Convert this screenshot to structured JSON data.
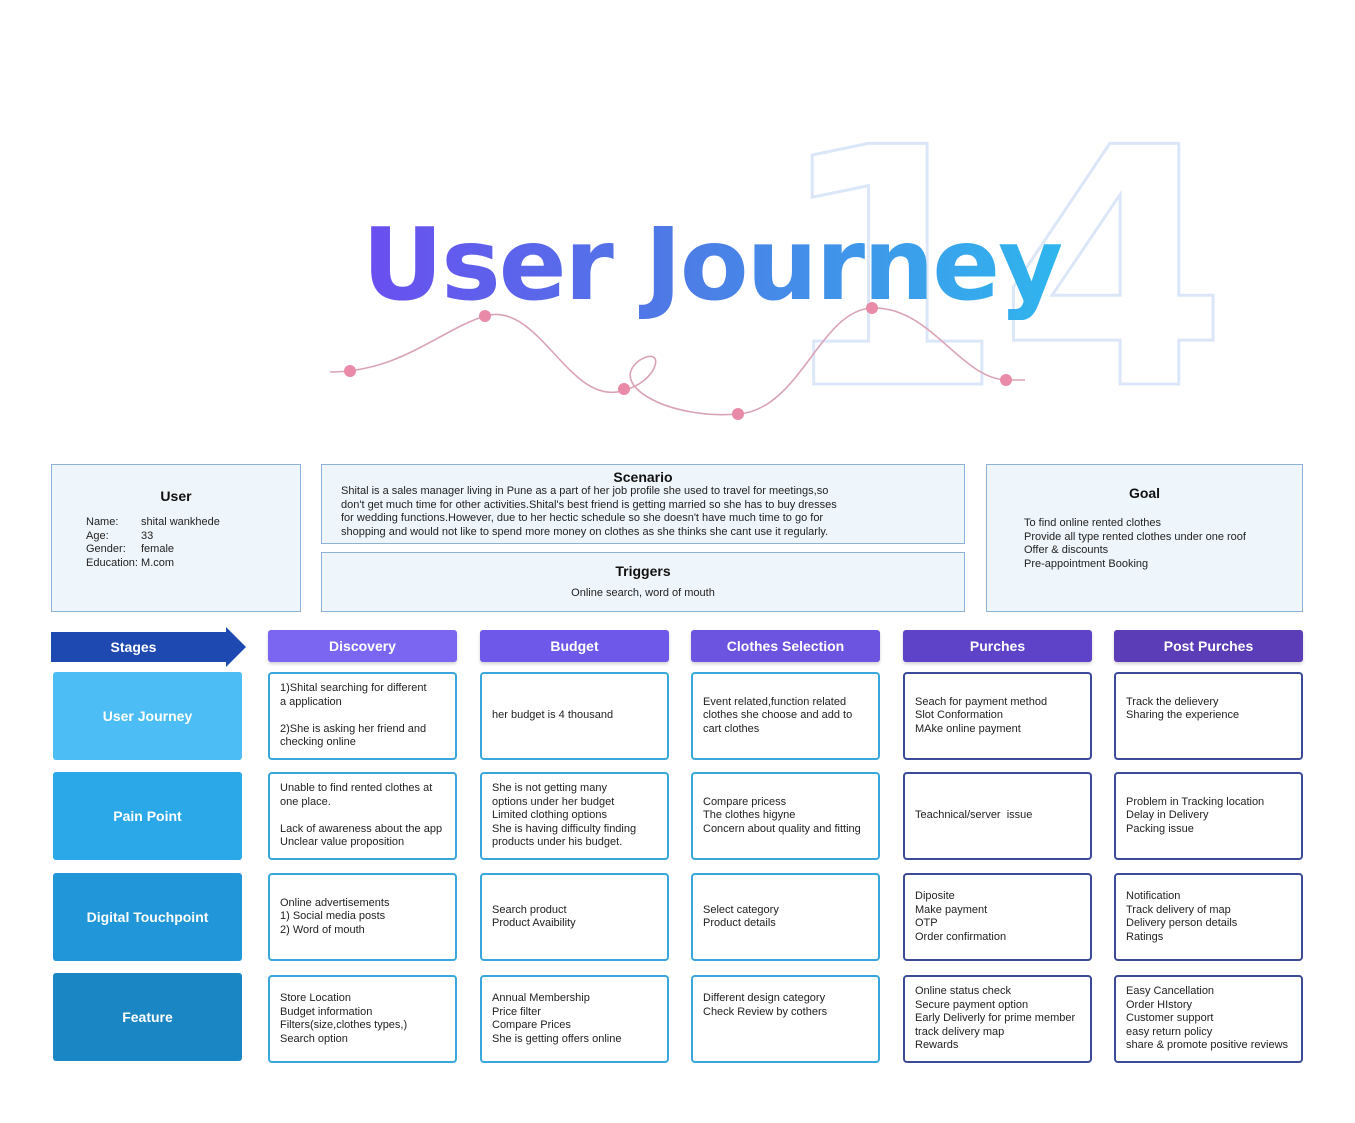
{
  "hero": {
    "title": "User Journey",
    "number": "14"
  },
  "user": {
    "heading": "User",
    "fields": [
      {
        "key": "Name:",
        "value": "shital wankhede"
      },
      {
        "key": "Age:",
        "value": "33"
      },
      {
        "key": "Gender:",
        "value": "female"
      },
      {
        "key": "Education:",
        "value": "M.com"
      }
    ]
  },
  "scenario": {
    "heading": "Scenario",
    "lines": [
      "Shital is a sales manager living in Pune as a part of her job profile she used to travel for meetings,so",
      "don't get much time for other activities.Shital's best friend is getting married so she has to buy dresses",
      "for wedding functions.However, due to her hectic schedule so she doesn't have much time to go for",
      "shopping and would not like to spend more money on clothes as she thinks she cant use it regularly."
    ]
  },
  "triggers": {
    "heading": "Triggers",
    "text": "Online search, word of mouth"
  },
  "goal": {
    "heading": "Goal",
    "lines": [
      "To find online rented clothes",
      "Provide all type rented clothes under one roof",
      "Offer & discounts",
      "Pre-appointment Booking"
    ]
  },
  "stages_label": "Stages",
  "stages": [
    "Discovery",
    "Budget",
    "Clothes Selection",
    "Purches",
    "Post Purches"
  ],
  "rows": [
    {
      "label": "User Journey",
      "cells": [
        [
          "1)Shital searching for different",
          "a application",
          "",
          "2)She is asking her friend and",
          "checking online"
        ],
        [
          "her budget is 4 thousand"
        ],
        [
          "Event related,function related",
          "clothes she choose and add to",
          "cart clothes"
        ],
        [
          "Seach for payment method",
          "Slot Conformation",
          "MAke online payment"
        ],
        [
          "Track the delievery",
          "Sharing the experience",
          ""
        ]
      ]
    },
    {
      "label": "Pain Point",
      "cells": [
        [
          "Unable to find rented clothes at",
          "one place.",
          "",
          "Lack of awareness about the app",
          "Unclear value proposition"
        ],
        [
          "She is not getting many",
          "options under her budget",
          "Limited clothing options",
          "She is having difficulty finding",
          "products under his budget."
        ],
        [
          "Compare pricess",
          "The clothes higyne",
          "Concern about quality and fitting"
        ],
        [
          "Teachnical/server  issue"
        ],
        [
          "Problem in Tracking location",
          "Delay in Delivery",
          "Packing issue"
        ]
      ]
    },
    {
      "label": "Digital Touchpoint",
      "cells": [
        [
          "Online advertisements",
          "1) Social media posts",
          "2) Word of mouth"
        ],
        [
          "Search product",
          "Product Avaibility"
        ],
        [
          "Select category",
          "Product details"
        ],
        [
          "Diposite",
          "Make payment",
          "OTP",
          "Order confirmation"
        ],
        [
          "Notification",
          "Track delivery of map",
          "Delivery person details",
          "Ratings"
        ]
      ]
    },
    {
      "label": "Feature",
      "cells": [
        [
          "Store Location",
          "Budget information",
          "Filters(size,clothes types,)",
          "Search option"
        ],
        [
          "Annual Membership",
          "Price filter",
          "Compare Prices",
          "She is getting offers online"
        ],
        [
          "Different design category",
          "Check Review by cothers",
          "",
          ""
        ],
        [
          "Online status check",
          "Secure payment option",
          "Early Deliverly for prime member",
          "track delivery map",
          "Rewards"
        ],
        [
          "Easy Cancellation",
          "Order HIstory",
          "Customer support",
          "easy return policy",
          "share & promote positive reviews"
        ]
      ]
    }
  ],
  "colors": {
    "stage_headers": [
      "#7b66f2",
      "#6d58ea",
      "#6c53e0",
      "#5e43c9",
      "#5b3db8"
    ],
    "row_labels": [
      "#4cbdf5",
      "#2aa8e8",
      "#2196d8",
      "#1b86c4"
    ],
    "stages_arrow": "#1e49b0"
  }
}
